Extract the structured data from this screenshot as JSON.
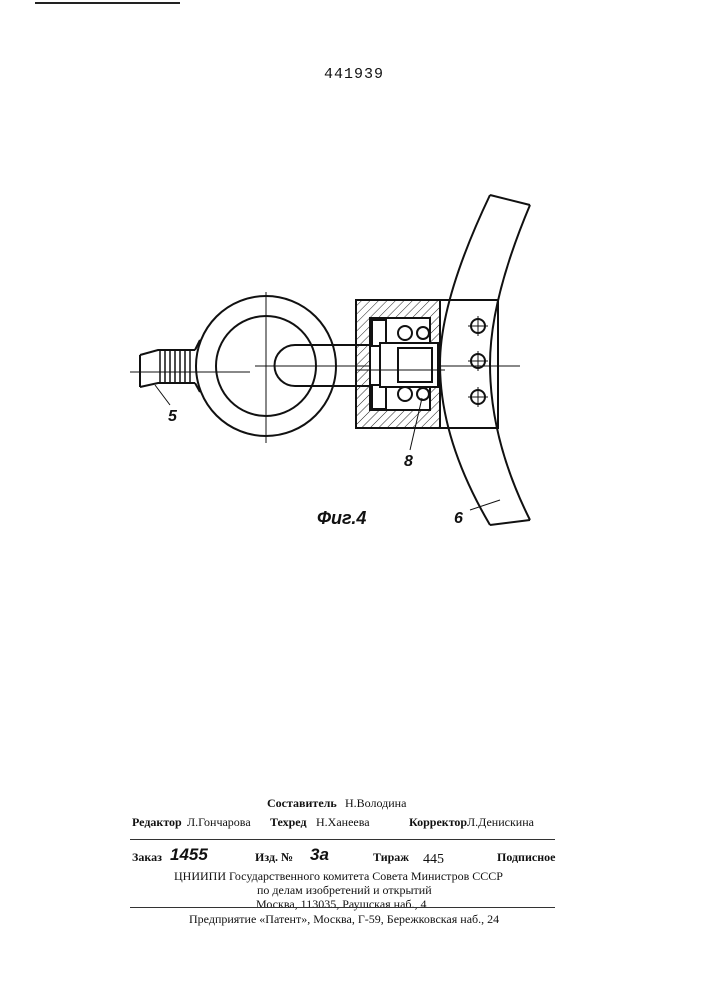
{
  "header": {
    "patent_number": "441939"
  },
  "figure": {
    "caption": "Фиг.4",
    "labels": {
      "part5": "5",
      "part8": "8",
      "part6": "6"
    }
  },
  "imprint": {
    "compiler_label": "Составитель",
    "compiler_name": "Н.Володина",
    "editor_label": "Редактор",
    "editor_name": "Л.Гончарова",
    "techred_label": "Техред",
    "techred_name": "Н.Ханеева",
    "corrector_label": "Корректор",
    "corrector_name": "Л.Денискина",
    "order_label": "Заказ",
    "order_number": "1455",
    "edition_label": "Изд. №",
    "edition_number": "3а",
    "run_label": "Тираж",
    "run_value": "445",
    "subscription": "Подписное",
    "org_line1": "ЦНИИПИ Государственного комитета Совета Министров СССР",
    "org_line2": "по делам изобретений и открытий",
    "org_line3": "Москва, 113035, Раушская наб., 4",
    "printer_line": "Предприятие «Патент», Москва, Г-59, Бережковская наб., 24"
  }
}
